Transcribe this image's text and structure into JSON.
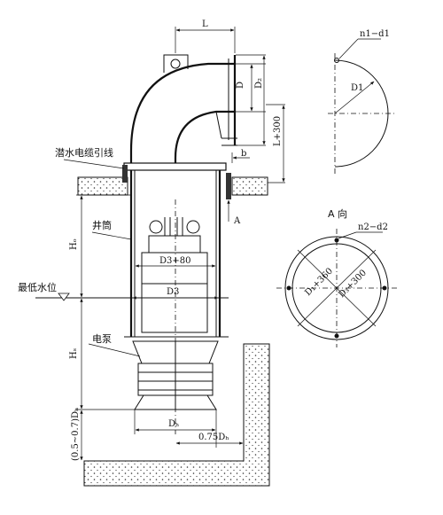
{
  "labels": {
    "cable": "潜水电缆引线",
    "well": "井筒",
    "min_water": "最低水位",
    "pump": "电泵",
    "view_a": "A 向",
    "arrow_a": "A"
  },
  "dims": {
    "L": "L",
    "D": "D",
    "D2": "D₂",
    "b": "b",
    "L300": "L+300",
    "D3_80": "D3+80",
    "D3": "D3",
    "Ho": "Hₒ",
    "Hs": "Hₛ",
    "Dh": "Dₕ",
    "f075": "0.75Dₕ",
    "f0507": "(0.5~0.7)Dₕ",
    "n1d1": "n1−d1",
    "D1": "D1",
    "n2d2": "n2−d2",
    "D1_360": "D₁+360",
    "D3_300": "D₃+300"
  }
}
